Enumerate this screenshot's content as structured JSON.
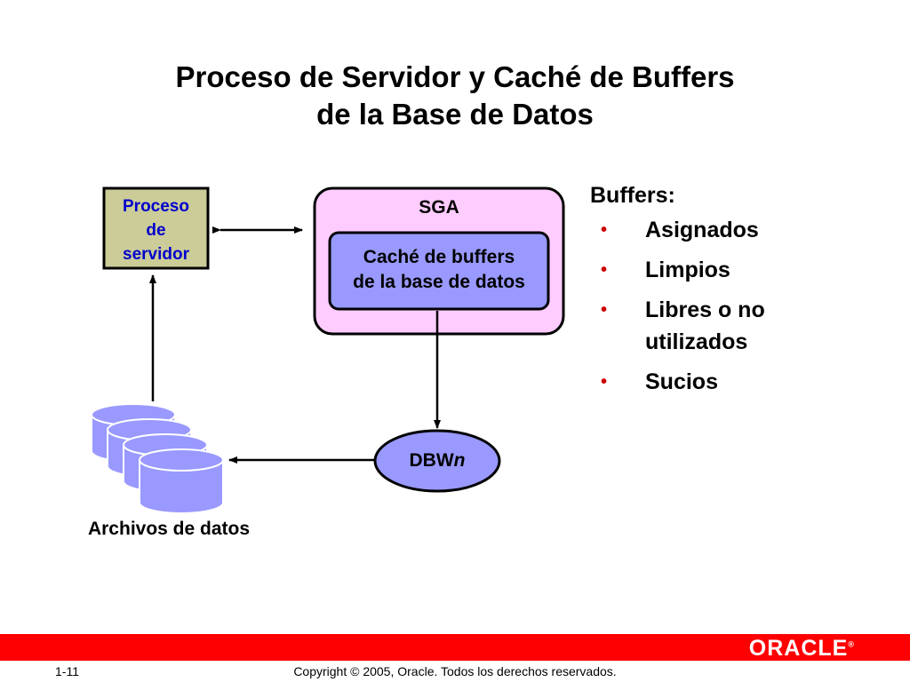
{
  "title": {
    "line1": "Proceso de Servidor y Caché de Buffers",
    "line2": "de la Base de Datos"
  },
  "diagram": {
    "server_process": {
      "line1": "Proceso",
      "line2": "de",
      "line3": "servidor"
    },
    "sga": {
      "label": "SGA"
    },
    "buffer_cache": {
      "line1": "Caché de buffers",
      "line2": "de la base de datos"
    },
    "dbwn": {
      "prefix": "DBW",
      "suffix": "n"
    },
    "datafiles": {
      "label": "Archivos de datos"
    }
  },
  "buffers": {
    "heading": "Buffers:",
    "items": [
      {
        "line1": "Asignados",
        "line2": ""
      },
      {
        "line1": "Limpios",
        "line2": ""
      },
      {
        "line1": "Libres o no",
        "line2": "utilizados"
      },
      {
        "line1": "Sucios",
        "line2": ""
      }
    ]
  },
  "footer": {
    "logo": "ORACLE",
    "logo_mark": "®",
    "page": "1-11",
    "copyright": "Copyright © 2005, Oracle. Todos los derechos reservados."
  },
  "colors": {
    "server_fill": "#cccc99",
    "server_text": "#0000cc",
    "sga_fill": "#ffccff",
    "cache_fill": "#9999ff",
    "dbwn_fill": "#9999ff",
    "disk_fill": "#9999ff",
    "bullet": "#cc0000",
    "footer_bar": "#ff0000"
  }
}
